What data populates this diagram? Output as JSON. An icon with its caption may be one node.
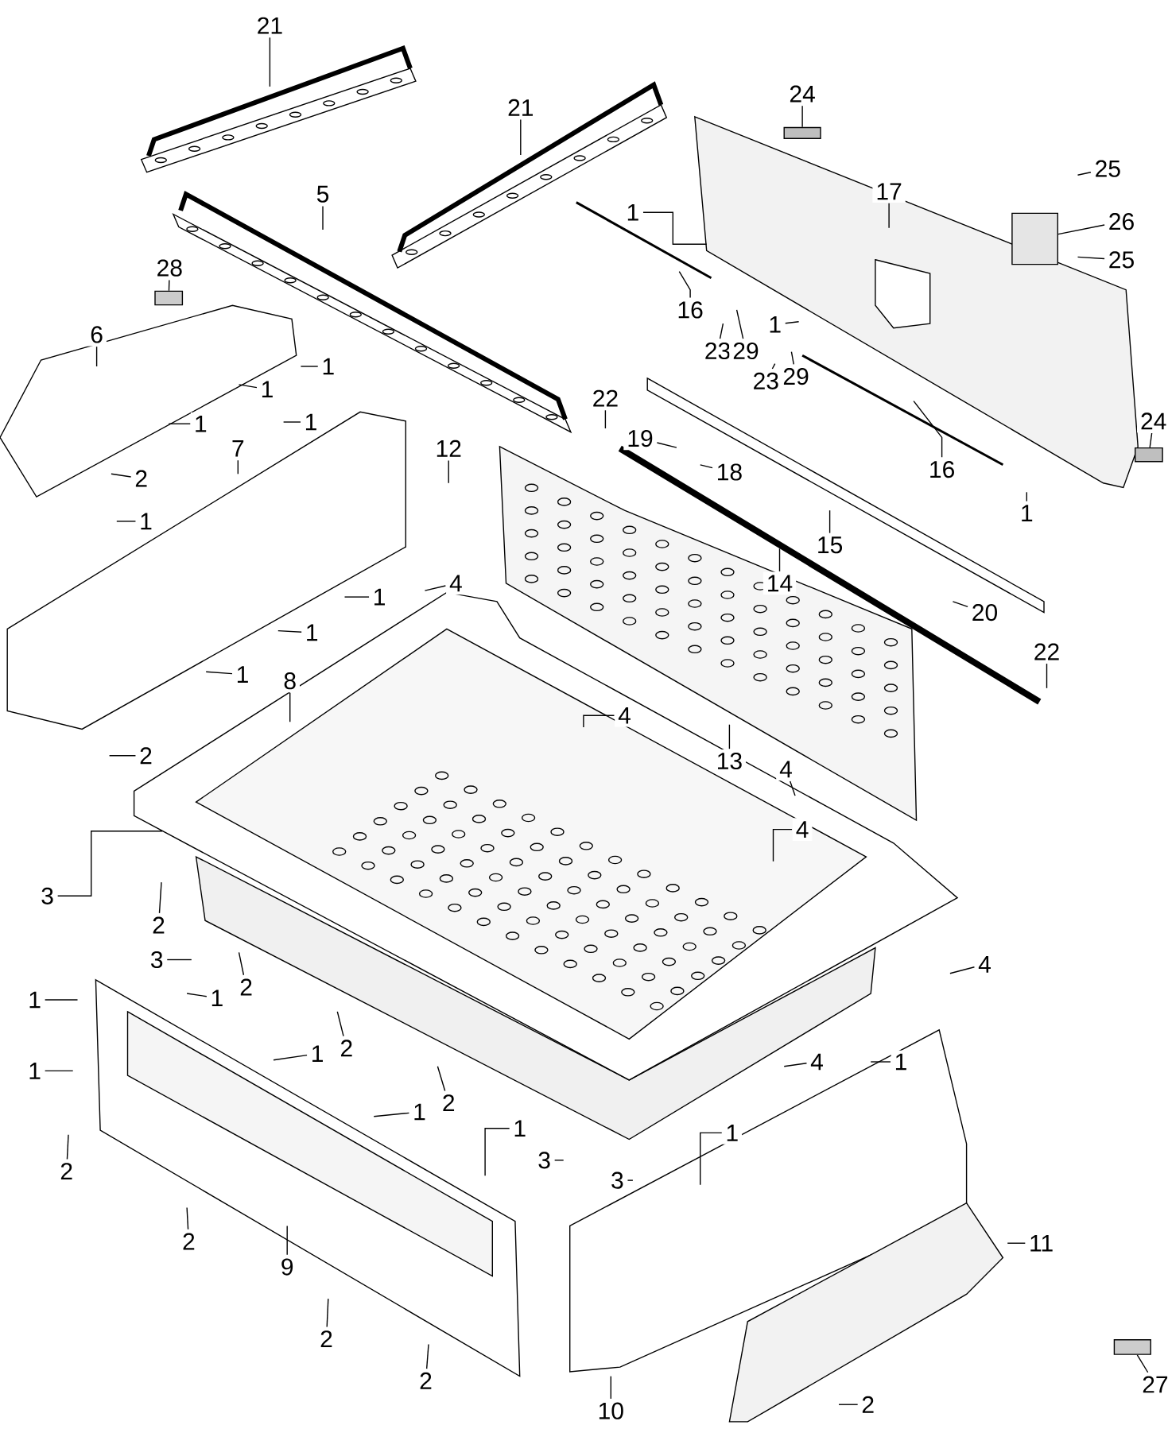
{
  "diagram": {
    "nodes": [
      {
        "text": [
          "21"
        ]
      },
      {
        "text": [
          "21"
        ]
      },
      {
        "text": [
          "24"
        ]
      },
      {
        "text": [
          "17"
        ]
      },
      {
        "text": [
          "25"
        ]
      },
      {
        "text": [
          "26"
        ]
      },
      {
        "text": [
          "25"
        ]
      },
      {
        "text": [
          "1"
        ]
      },
      {
        "text": [
          "16"
        ]
      },
      {
        "text": [
          "1"
        ]
      },
      {
        "text": [
          "23"
        ]
      },
      {
        "text": [
          "29"
        ]
      },
      {
        "text": [
          "23"
        ]
      },
      {
        "text": [
          "29"
        ]
      },
      {
        "text": [
          "16"
        ]
      },
      {
        "text": [
          "1"
        ]
      },
      {
        "text": [
          "24"
        ]
      },
      {
        "text": [
          "5"
        ]
      },
      {
        "text": [
          "28"
        ]
      },
      {
        "text": [
          "6"
        ]
      },
      {
        "text": [
          "1"
        ]
      },
      {
        "text": [
          "1"
        ]
      },
      {
        "text": [
          "1"
        ]
      },
      {
        "text": [
          "2"
        ]
      },
      {
        "text": [
          "1"
        ]
      },
      {
        "text": [
          "7"
        ]
      },
      {
        "text": [
          "1"
        ]
      },
      {
        "text": [
          "4"
        ]
      },
      {
        "text": [
          "1"
        ]
      },
      {
        "text": [
          "1"
        ]
      },
      {
        "text": [
          "1"
        ]
      },
      {
        "text": [
          "8"
        ]
      },
      {
        "text": [
          "2"
        ]
      },
      {
        "text": [
          "12"
        ]
      },
      {
        "text": [
          "22"
        ]
      },
      {
        "text": [
          "19"
        ]
      },
      {
        "text": [
          "18"
        ]
      },
      {
        "text": [
          "15"
        ]
      },
      {
        "text": [
          "14"
        ]
      },
      {
        "text": [
          "20"
        ]
      },
      {
        "text": [
          "22"
        ]
      },
      {
        "text": [
          "13"
        ]
      },
      {
        "text": [
          "4"
        ]
      },
      {
        "text": [
          "4"
        ]
      },
      {
        "text": [
          "4"
        ]
      },
      {
        "text": [
          "3"
        ]
      },
      {
        "text": [
          "2"
        ]
      },
      {
        "text": [
          "3"
        ]
      },
      {
        "text": [
          "2"
        ]
      },
      {
        "text": [
          "4"
        ]
      },
      {
        "text": [
          "1"
        ]
      },
      {
        "text": [
          "1"
        ]
      },
      {
        "text": [
          "2"
        ]
      },
      {
        "text": [
          "1"
        ]
      },
      {
        "text": [
          "1"
        ]
      },
      {
        "text": [
          "4"
        ]
      },
      {
        "text": [
          "1"
        ]
      },
      {
        "text": [
          "2"
        ]
      },
      {
        "text": [
          "1"
        ]
      },
      {
        "text": [
          "1"
        ]
      },
      {
        "text": [
          "1"
        ]
      },
      {
        "text": [
          "2"
        ]
      },
      {
        "text": [
          "3"
        ]
      },
      {
        "text": [
          "3"
        ]
      },
      {
        "text": [
          "9"
        ]
      },
      {
        "text": [
          "2"
        ]
      },
      {
        "text": [
          "11"
        ]
      },
      {
        "text": [
          "2"
        ]
      },
      {
        "text": [
          "27"
        ]
      },
      {
        "text": [
          "2"
        ]
      },
      {
        "text": [
          "10"
        ]
      },
      {
        "text": [
          "2"
        ]
      },
      {
        "text": [],
        "shape": "box"
      },
      {
        "text": [],
        "shape": "box"
      },
      {
        "text": [],
        "shape": "box"
      },
      {
        "text": [],
        "shape": "box"
      },
      {
        "text": [],
        "shape": "box"
      }
    ],
    "edges": [
      {
        "from": 0,
        "to": null,
        "arrow": "none"
      },
      {
        "from": 1,
        "to": null,
        "arrow": "none"
      },
      {
        "from": 2,
        "to": 72,
        "arrow": "none"
      },
      {
        "from": 3,
        "to": null,
        "arrow": "none"
      },
      {
        "from": 4,
        "to": null,
        "arrow": "none"
      },
      {
        "from": 5,
        "to": 73,
        "arrow": "none"
      },
      {
        "from": 6,
        "to": null,
        "arrow": "none"
      },
      {
        "from": 7,
        "to": null,
        "arrow": "none"
      },
      {
        "from": 8,
        "to": null,
        "arrow": "none"
      },
      {
        "from": 9,
        "to": null,
        "arrow": "none"
      },
      {
        "from": 10,
        "to": null,
        "arrow": "none"
      },
      {
        "from": 11,
        "to": null,
        "arrow": "none"
      },
      {
        "from": 12,
        "to": null,
        "arrow": "none"
      },
      {
        "from": 13,
        "to": null,
        "arrow": "none"
      },
      {
        "from": 14,
        "to": null,
        "arrow": "none"
      },
      {
        "from": 15,
        "to": null,
        "arrow": "none"
      },
      {
        "from": 16,
        "to": 74,
        "arrow": "none"
      },
      {
        "from": 17,
        "to": null,
        "arrow": "none"
      },
      {
        "from": 18,
        "to": 75,
        "arrow": "none"
      },
      {
        "from": 19,
        "to": null,
        "arrow": "none"
      },
      {
        "from": 20,
        "to": null,
        "arrow": "none"
      },
      {
        "from": 21,
        "to": null,
        "arrow": "none"
      },
      {
        "from": 22,
        "to": null,
        "arrow": "none"
      },
      {
        "from": 23,
        "to": null,
        "arrow": "none"
      },
      {
        "from": 24,
        "to": null,
        "arrow": "none"
      },
      {
        "from": 25,
        "to": null,
        "arrow": "none"
      },
      {
        "from": 26,
        "to": null,
        "arrow": "none"
      },
      {
        "from": 27,
        "to": null,
        "arrow": "none"
      },
      {
        "from": 28,
        "to": null,
        "arrow": "none"
      },
      {
        "from": 29,
        "to": null,
        "arrow": "none"
      },
      {
        "from": 30,
        "to": null,
        "arrow": "none"
      },
      {
        "from": 31,
        "to": null,
        "arrow": "none"
      },
      {
        "from": 32,
        "to": null,
        "arrow": "none"
      },
      {
        "from": 33,
        "to": null,
        "arrow": "none"
      },
      {
        "from": 34,
        "to": null,
        "arrow": "none"
      },
      {
        "from": 35,
        "to": null,
        "arrow": "none"
      },
      {
        "from": 36,
        "to": null,
        "arrow": "none"
      },
      {
        "from": 37,
        "to": null,
        "arrow": "none"
      },
      {
        "from": 38,
        "to": null,
        "arrow": "none"
      },
      {
        "from": 39,
        "to": null,
        "arrow": "none"
      },
      {
        "from": 40,
        "to": null,
        "arrow": "none"
      },
      {
        "from": 41,
        "to": null,
        "arrow": "none"
      },
      {
        "from": 42,
        "to": null,
        "arrow": "none"
      },
      {
        "from": 43,
        "to": null,
        "arrow": "none"
      },
      {
        "from": 44,
        "to": null,
        "arrow": "none"
      },
      {
        "from": 45,
        "to": null,
        "arrow": "none"
      },
      {
        "from": 46,
        "to": null,
        "arrow": "none"
      },
      {
        "from": 47,
        "to": null,
        "arrow": "none"
      },
      {
        "from": 48,
        "to": null,
        "arrow": "none"
      },
      {
        "from": 49,
        "to": null,
        "arrow": "none"
      },
      {
        "from": 50,
        "to": null,
        "arrow": "none"
      },
      {
        "from": 51,
        "to": null,
        "arrow": "none"
      },
      {
        "from": 52,
        "to": null,
        "arrow": "none"
      },
      {
        "from": 53,
        "to": null,
        "arrow": "none"
      },
      {
        "from": 54,
        "to": null,
        "arrow": "none"
      },
      {
        "from": 55,
        "to": null,
        "arrow": "none"
      },
      {
        "from": 56,
        "to": null,
        "arrow": "none"
      },
      {
        "from": 57,
        "to": null,
        "arrow": "none"
      },
      {
        "from": 58,
        "to": null,
        "arrow": "none"
      },
      {
        "from": 59,
        "to": null,
        "arrow": "none"
      },
      {
        "from": 60,
        "to": null,
        "arrow": "none"
      },
      {
        "from": 61,
        "to": null,
        "arrow": "none"
      },
      {
        "from": 62,
        "to": null,
        "arrow": "none"
      },
      {
        "from": 63,
        "to": null,
        "arrow": "none"
      },
      {
        "from": 64,
        "to": null,
        "arrow": "none"
      },
      {
        "from": 65,
        "to": null,
        "arrow": "none"
      },
      {
        "from": 66,
        "to": null,
        "arrow": "none"
      },
      {
        "from": 67,
        "to": null,
        "arrow": "none"
      },
      {
        "from": 68,
        "to": 76,
        "arrow": "none"
      },
      {
        "from": 69,
        "to": null,
        "arrow": "none"
      },
      {
        "from": 70,
        "to": null,
        "arrow": "none"
      },
      {
        "from": 71,
        "to": null,
        "arrow": "none"
      }
    ]
  }
}
